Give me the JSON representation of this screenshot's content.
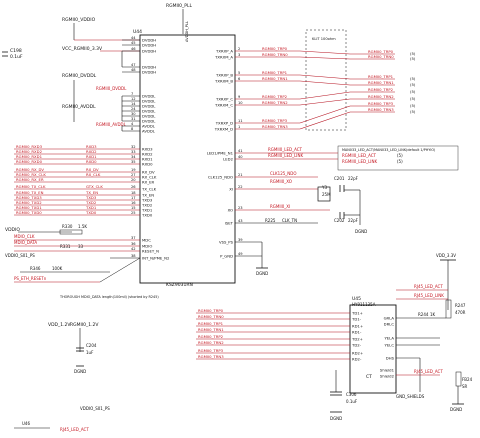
{
  "colors": {
    "wire": "#b5101e",
    "label_red": "#c4141f",
    "ink": "#1a1a8c",
    "black": "#111111",
    "background": "#ffffff"
  },
  "top_nets": {
    "vddio": "RGMII0_VDDIO",
    "pll": "RGMII0_PLL",
    "vcc33": "VCC_RGMII0_3.3V",
    "dvddl": "RGMII0_DVDDL",
    "avddl": "RGMII0_AVDDL",
    "dvddl_short": "RGMII0_DVDDL",
    "avddl_short": "RGMII0_AVDDL"
  },
  "cap_c198": {
    "ref": "C198",
    "value": "0.1uF"
  },
  "u44": {
    "ref": "U44",
    "part": "KSZ9031RN",
    "top_pin": "AVDDH_PLL",
    "power_pins_left": [
      "DVDDH",
      "DVDDH",
      "DVDDH",
      "DVDDH",
      "DVDDH",
      "DVDDL",
      "DVDDL",
      "DVDDL",
      "DVDDL",
      "DVDDL",
      "DVDDL",
      "AVDDL",
      "AVDDL"
    ],
    "power_pin_numbers": [
      "44",
      "45",
      "46",
      "47",
      "48",
      "7",
      "12",
      "14",
      "24",
      "30",
      "31",
      "4",
      "8"
    ],
    "rx_pins": [
      "RXD3",
      "RXD2",
      "RXD1",
      "RXD0",
      "RX_DV",
      "RX_CLK",
      "RX_ER",
      "TX_CLK",
      "TX_EN",
      "TXD3",
      "TXD2",
      "TXD1",
      "TXD0"
    ],
    "rx_pin_numbers": [
      "32",
      "33",
      "34",
      "35",
      "19",
      "27",
      "20",
      "26",
      "18",
      "17",
      "16",
      "15",
      "25"
    ],
    "mgmt_pins": [
      "MDC",
      "MDIO",
      "RESET_N",
      "INT_N/PME_N2"
    ],
    "mgmt_pin_numbers": [
      "37",
      "36",
      "42",
      "38"
    ],
    "right_pins": [
      "TXRXP_A",
      "TXRXM_A",
      "TXRXP_B",
      "TXRXM_B",
      "TXRXP_C",
      "TXRXM_C",
      "TXRXP_D",
      "TXRXM_D"
    ],
    "right_pin_numbers": [
      "2",
      "3",
      "5",
      "6",
      "9",
      "10",
      "11",
      "1"
    ],
    "led_pins": [
      "LED1/PME_N1",
      "LED2"
    ],
    "led_pin_numbers": [
      "41",
      "40"
    ],
    "clk_pins": [
      "CLK125_NDO",
      "XI",
      "XO",
      "ISET"
    ],
    "clk_pin_numbers": [
      "21",
      "22",
      "23",
      "43"
    ],
    "gnd_pins": [
      "VSS_PS",
      "P_GND"
    ],
    "gnd_pin_numbers": [
      "39",
      "49"
    ]
  },
  "rgmii_nets": [
    "RGMII0_RXD3",
    "RGMII0_RXD2",
    "RGMII0_RXD1",
    "RGMII0_RXD0",
    "RGMII0_RX_DV",
    "RGMII0_RX_CLK",
    "RGMII0_RX_ER",
    "RGMII0_TX_CLK",
    "RGMII0_TX_EN",
    "RGMII0_TXD3",
    "RGMII0_TXD2",
    "RGMII0_TXD1",
    "RGMII0_TXD0"
  ],
  "rgmii_short": [
    "RXD3",
    "RXD2",
    "RXD1",
    "RXD0",
    "RX_DV",
    "RX_CLK",
    "",
    "GTX_CLK",
    "TX_EN",
    "TXD3",
    "TXD2",
    "TXD1",
    "TXD0"
  ],
  "mdio_nets": [
    "MDIO_CLK",
    "MDIO_DATA"
  ],
  "vddio_label": "VDDIO",
  "reset_net": "VDDIO_S01_PS",
  "reset_net2": "PS_ETH_RESETn",
  "resistors_mgmt": [
    {
      "ref": "R330",
      "value": "1.5K"
    },
    {
      "ref": "R331",
      "value": "33"
    },
    {
      "ref": "R346",
      "value": "100K"
    }
  ],
  "note_mdio": "THOROUGH MDIO_DATA length(100mil) (shorted by R245)",
  "trp_nets": [
    "RGMII0_TRP0",
    "RGMII0_TRN0",
    "RGMII0_TRP1",
    "RGMII0_TRN1",
    "RGMII0_TRP2",
    "RGMII0_TRN2",
    "RGMII0_TRP3",
    "RGMII0_TRN3"
  ],
  "trp_out_nets": [
    "RGMII0_TRP0",
    "RGMII0_TRN0",
    "RGMII0_TRP1",
    "RGMII0_TRN1",
    "RGMII0_TRP2",
    "RGMII0_TRN2",
    "RGMII0_TRP3",
    "RGMII0_TRN3"
  ],
  "trp_out_refs": [
    "(5)",
    "(5)",
    "(5)",
    "(5)",
    "(5)",
    "(5)",
    "(5)",
    "(5)"
  ],
  "note_box": "KLIT 100ohm",
  "note_led": "MAN033_LED_ACT/MAN033_LED_LINK(default 1/PHYIO)",
  "led_nets": [
    "RGMII0_LED_ACT",
    "RGMII0_LED_LINK"
  ],
  "led_out_refs": [
    "(5)",
    "(5)"
  ],
  "clk_nets": {
    "clk125": "CLK125_NDO",
    "clk_in": "RGMII0_XO",
    "xi": "RGMII0_XI",
    "clk_tn": "CLK_TN",
    "r225": "R225"
  },
  "crystal": {
    "ref": "Y3",
    "value": "25M",
    "c201": "C201",
    "c201_val": "22pF",
    "c202": "C202",
    "c202_val": "22pF"
  },
  "dgnd": "DGND",
  "u45": {
    "ref": "U45",
    "part": "HY911135A",
    "center_label": "CT",
    "pins_left": [
      "TD1+",
      "TD1-",
      "RD1+",
      "RD1-",
      "TD2+",
      "TD2-",
      "RD2+",
      "RD2-"
    ],
    "pins_right": [
      "GRLA",
      "DRLC",
      "YELA",
      "YELC",
      "DHS",
      "Shield1",
      "Shield2"
    ],
    "left_nets": [
      "RGMII0_TRP0",
      "RGMII0_TRN0",
      "RGMII0_TRP1",
      "RGMII0_TRN1",
      "RGMII0_TRP2",
      "RGMII0_TRN2",
      "RGMII0_TRP3",
      "RGMII0_TRN3"
    ]
  },
  "rj45": {
    "vdd": "VDD_3.3V",
    "act": "RJ45_LED_ACT",
    "link": "RJ45_LED_LINK",
    "r244": "R244",
    "r244_val": "1K",
    "r247": "R247",
    "r247_val": "470R",
    "fb24": "FB24",
    "fb24_val": "SR",
    "chassis": "GND_SHIELDS",
    "dgnd": "DGND"
  },
  "vdd12": {
    "label": "VDD_1.2V",
    "net": "RGMII0_1.2V",
    "c204": "C204",
    "c204_val": "1uF"
  },
  "c306": {
    "ref": "C306",
    "value": "0.1uF"
  },
  "bottom": {
    "vddio_s01": "VDDIO_S01_PS",
    "u46": "U46",
    "led_act": "RJ45_LED_ACT"
  }
}
